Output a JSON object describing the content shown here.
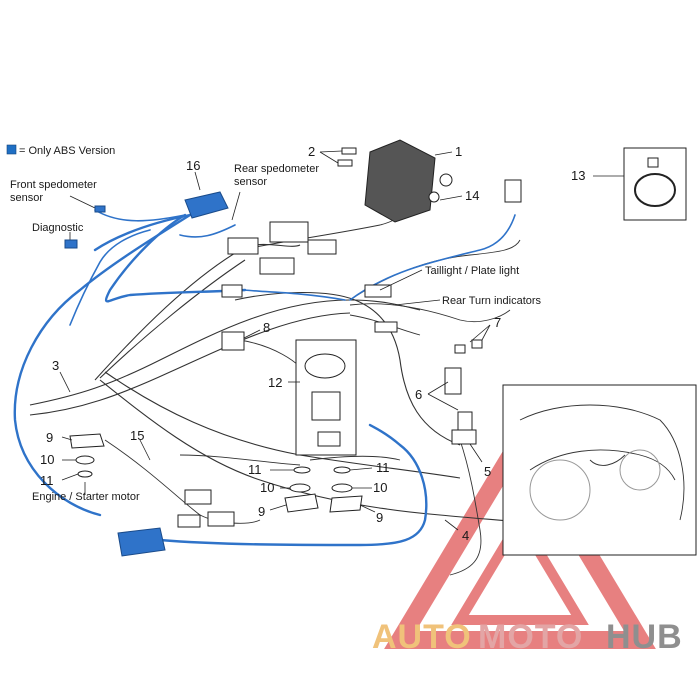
{
  "legend": {
    "text": "= Only ABS Version",
    "color": "#1f6fc4"
  },
  "labels": {
    "front_speedo": [
      "Front spedometer",
      "sensor"
    ],
    "rear_speedo": [
      "Rear spedometer",
      "sensor"
    ],
    "diagnostic": "Diagnostic",
    "taillight": "Taillight / Plate light",
    "rear_turn": "Rear Turn indicators",
    "engine_starter": "Engine / Starter motor"
  },
  "callouts": {
    "n1": "1",
    "n2": "2",
    "n3": "3",
    "n4": "4",
    "n5": "5",
    "n6": "6",
    "n7": "7",
    "n8": "8",
    "n9a": "9",
    "n9b": "9",
    "n9c": "9",
    "n10a": "10",
    "n10b": "10",
    "n10c": "10",
    "n11a": "11",
    "n11b": "11",
    "n11c": "11",
    "n12": "12",
    "n13": "13",
    "n14": "14",
    "n15": "15",
    "n16": "16"
  },
  "watermark": {
    "auto": "AUTO",
    "moto": "MOTO",
    "hub": "HUB",
    "colors": {
      "auto": "#f0c27a",
      "moto": "#e0a0a0",
      "hub": "#8a8a8a",
      "triangle": "#e05656"
    }
  }
}
